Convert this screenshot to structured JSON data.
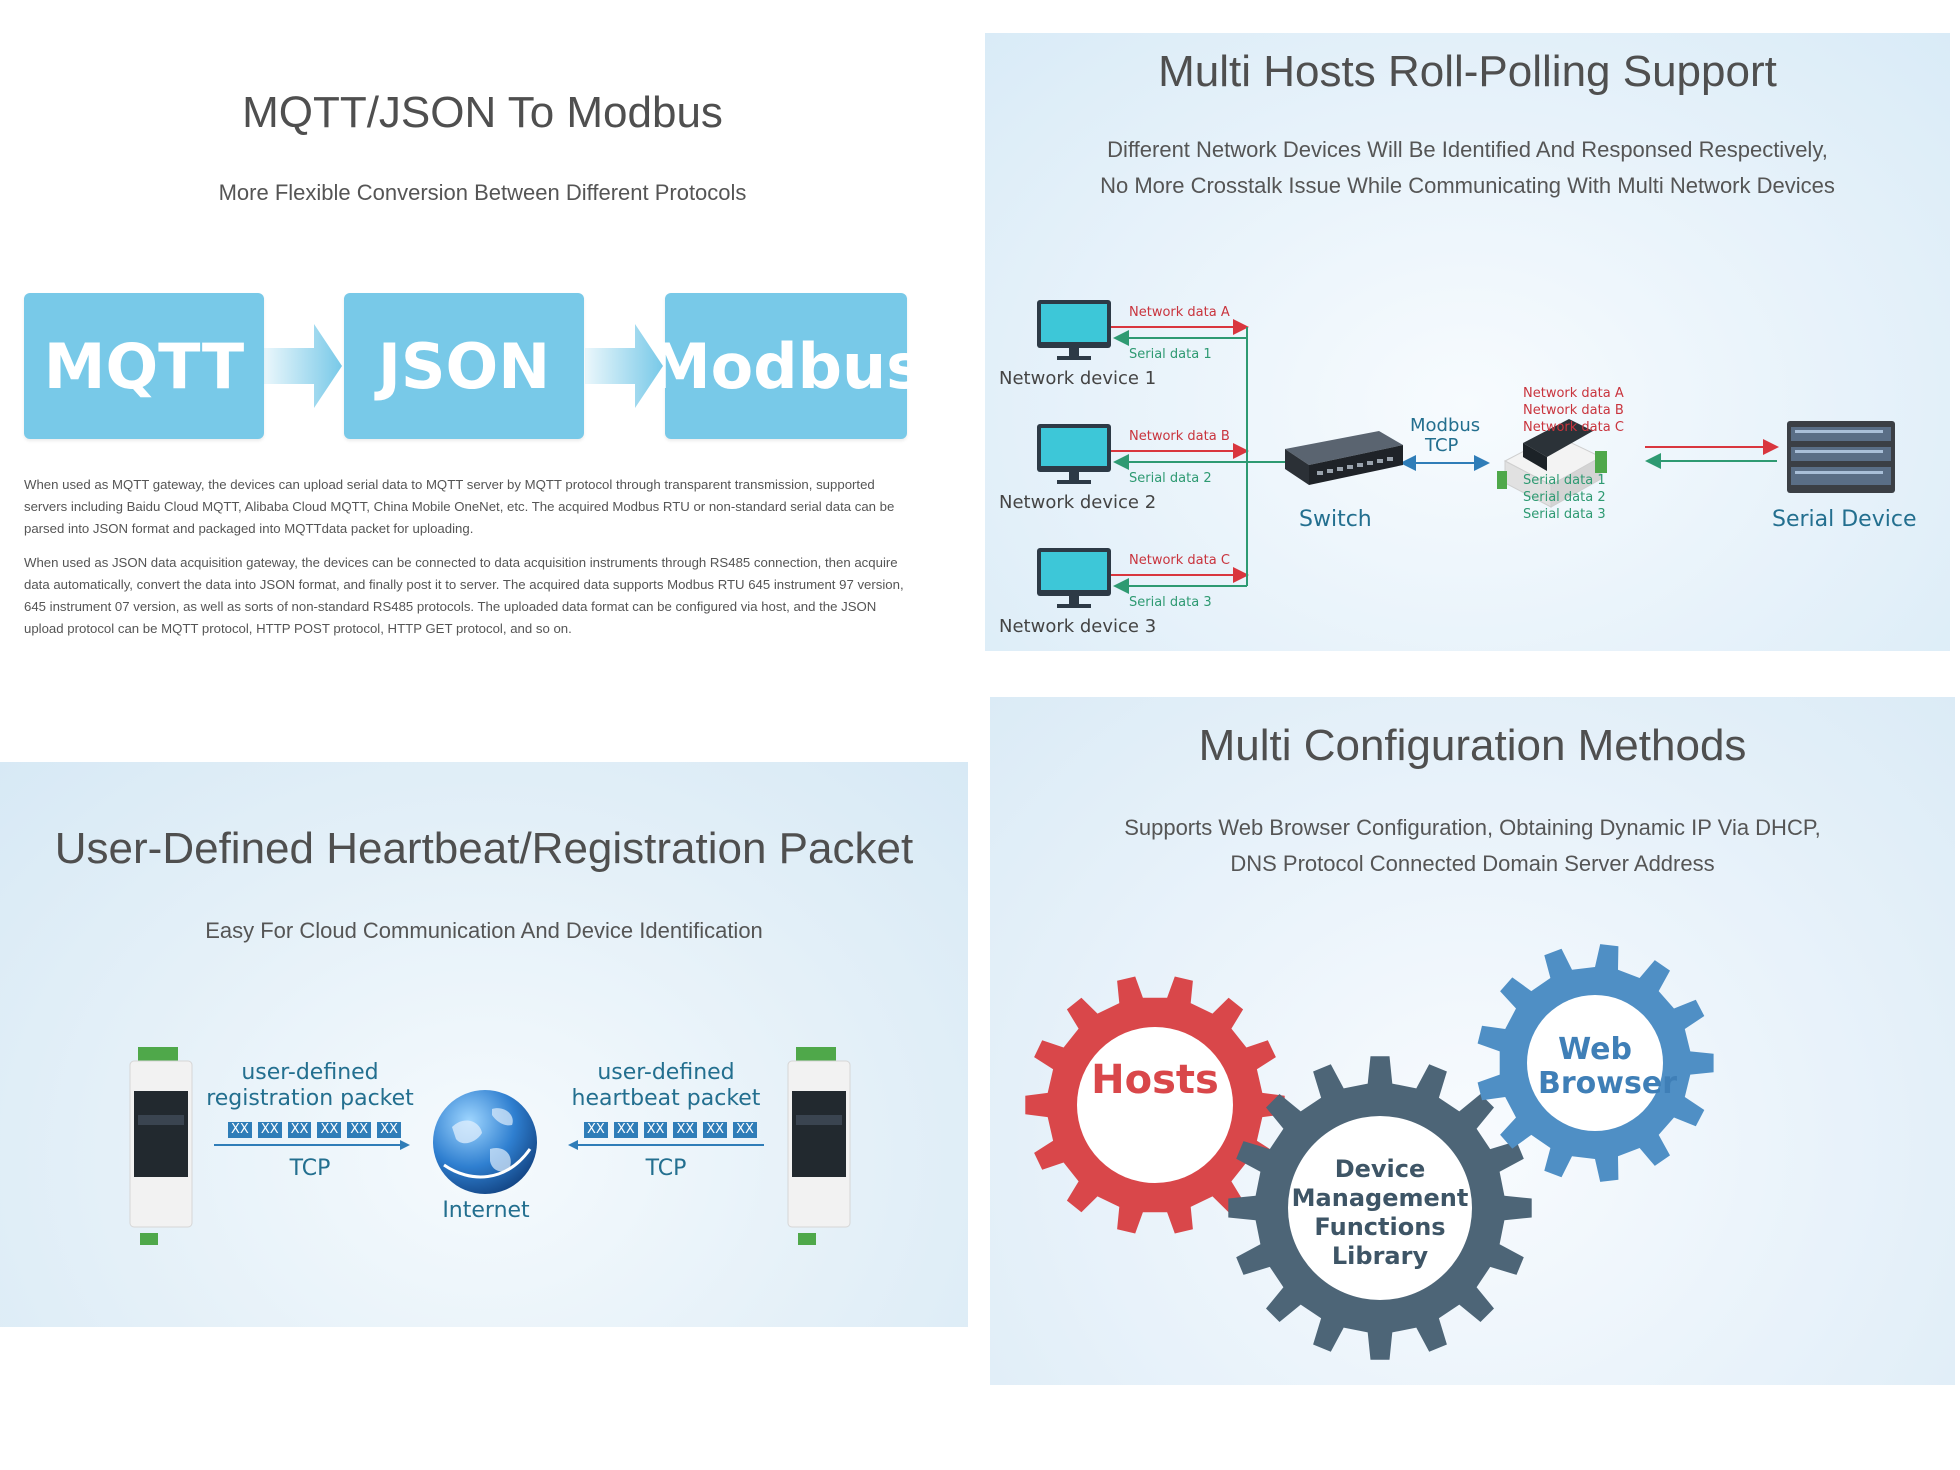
{
  "mqtt_panel": {
    "title": "MQTT/JSON To Modbus",
    "subtitle": "More Flexible Conversion Between Different Protocols",
    "flow": [
      "MQTT",
      "JSON",
      "Modbus"
    ],
    "paragraph1": "When used as MQTT gateway, the devices can upload serial data to MQTT server by MQTT protocol through transparent transmission, supported servers including Baidu Cloud MQTT, Alibaba Cloud MQTT, China Mobile OneNet, etc. The acquired Modbus RTU or non-standard serial data can be parsed into JSON format and packaged into MQTTdata packet for uploading.",
    "paragraph2": "When used as JSON data acquisition gateway, the devices can be connected to data acquisition instruments through RS485 connection, then acquire data automatically, convert the data into JSON format, and finally post it to server. The acquired data supports Modbus RTU 645 instrument 97 version, 645 instrument 07 version, as well as sorts of non-standard RS485 protocols. The uploaded data format can be configured via host, and the JSON upload protocol can be MQTT protocol, HTTP POST protocol, HTTP GET protocol, and so on."
  },
  "polling_panel": {
    "title": "Multi Hosts Roll-Polling Support",
    "subtitle_line1": "Different Network Devices Will Be Identified And Responsed Respectively,",
    "subtitle_line2": "No More Crosstalk Issue While Communicating With Multi Network Devices",
    "devices": [
      {
        "name": "Network device 1",
        "net": "Network data A",
        "serial": "Serial data 1"
      },
      {
        "name": "Network device 2",
        "net": "Network data B",
        "serial": "Serial data 2"
      },
      {
        "name": "Network device 3",
        "net": "Network data C",
        "serial": "Serial data 3"
      }
    ],
    "switch_label": "Switch",
    "link_label_1": "Modbus",
    "link_label_2": "TCP",
    "right_net": [
      "Network data A",
      "Network data B",
      "Network data C"
    ],
    "right_serial": [
      "Serial data 1",
      "Serial data 2",
      "Serial data 3"
    ],
    "serial_device_label": "Serial Device"
  },
  "heartbeat_panel": {
    "title": "User-Defined Heartbeat/Registration Packet",
    "subtitle": "Easy For Cloud Communication And Device Identification",
    "left_line1": "user-defined",
    "left_line2": "registration packet",
    "right_line1": "user-defined",
    "right_line2": "heartbeat packet",
    "packet_bytes": [
      "XX",
      "XX",
      "XX",
      "XX",
      "XX",
      "XX"
    ],
    "tcp_label": "TCP",
    "internet_label": "Internet"
  },
  "config_panel": {
    "title": "Multi Configuration Methods",
    "subtitle_line1": "Supports Web Browser Configuration, Obtaining Dynamic IP Via DHCP,",
    "subtitle_line2": "DNS Protocol Connected Domain Server Address",
    "gear_hosts": "Hosts",
    "gear_device_lines": [
      "Device",
      "Management",
      "Functions",
      "Library"
    ],
    "gear_web_lines": [
      "Web",
      "Browser"
    ],
    "colors": {
      "hosts_gear": "#d9474a",
      "device_gear": "#4d6577",
      "web_gear": "#4f8fc5"
    }
  }
}
